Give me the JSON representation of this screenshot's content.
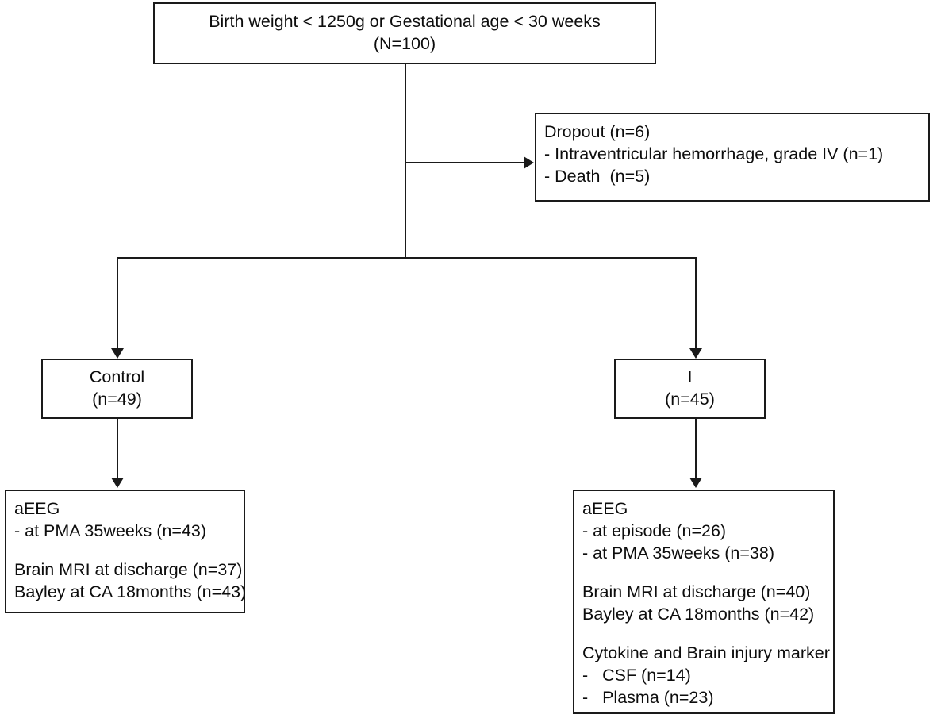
{
  "diagram": {
    "type": "study-flow-chart",
    "title_box": {
      "line1": "Birth weight < 1250g or Gestational age < 30 weeks",
      "line2": "(N=100)",
      "n_total": 100
    },
    "dropout_box": {
      "line1": "Dropout (n=6)",
      "line2": "- Intraventricular hemorrhage, grade IV (n=1)",
      "line3": "- Death  (n=5)",
      "n_dropout": 6
    },
    "control_box": {
      "line1": "Control",
      "line2": "(n=49)",
      "n": 49
    },
    "intervention_box": {
      "line1": "I",
      "line2": "(n=45)",
      "n": 45
    },
    "control_outcomes": {
      "line1": "aEEG",
      "line2": "- at PMA 35weeks (n=43)",
      "line3": "Brain MRI at discharge (n=37)",
      "line4": "Bayley at CA 18months (n=43)"
    },
    "intervention_outcomes": {
      "line1": "aEEG",
      "line2": "- at episode (n=26)",
      "line3": "- at PMA 35weeks (n=38)",
      "line4": "Brain MRI at discharge (n=40)",
      "line5": "Bayley at CA 18months (n=42)",
      "line6": "Cytokine and Brain injury marker",
      "line7": "-   CSF (n=14)",
      "line8": "-   Plasma (n=23)"
    }
  },
  "colors": {
    "stroke": "#1a1a1a",
    "background": "#ffffff",
    "text": "#0d0d0d"
  }
}
